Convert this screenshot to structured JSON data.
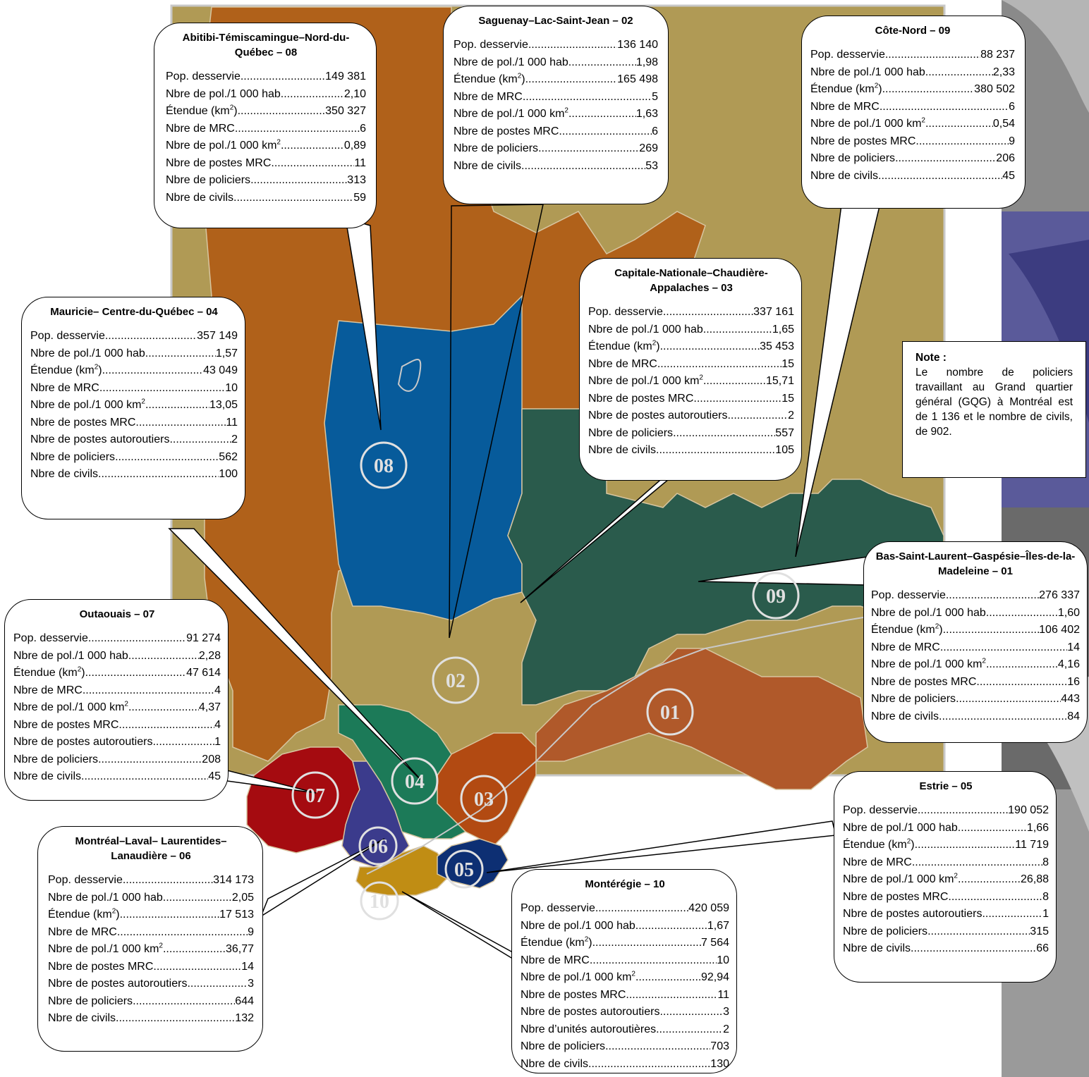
{
  "note": {
    "title": "Note :",
    "text": "Le nombre de policiers travaillant au Grand quartier général (GQG) à Montréal est de 1 136 et le nombre de civils, de 902."
  },
  "map_labels": [
    "08",
    "02",
    "09",
    "01",
    "07",
    "04",
    "03",
    "06",
    "05",
    "10"
  ],
  "colors": {
    "background": "#b09a55",
    "district_08": "#b0611a",
    "district_02": "#075b9b",
    "district_09": "#2a5b4c",
    "district_01": "#b0592a",
    "district_03": "#b24a12",
    "district_04": "#1c7a58",
    "district_07": "#a50b10",
    "district_06": "#3b3b8c",
    "district_05": "#0d2f73",
    "district_10": "#c08d14"
  },
  "regions": [
    {
      "code": "08",
      "title": "Abitibi-Témiscamingue–Nord-du-Québec – 08",
      "stats": [
        {
          "label": "Pop. desservie",
          "value": "149 381"
        },
        {
          "label": "Nbre de pol./1 000 hab.",
          "value": "2,10"
        },
        {
          "label": "Étendue (km²)",
          "value": "350 327"
        },
        {
          "label": "Nbre de MRC",
          "value": "6"
        },
        {
          "label": "Nbre de pol./1 000 km²",
          "value": "0,89"
        },
        {
          "label": "Nbre de postes MRC",
          "value": "11"
        },
        {
          "label": "Nbre de policiers",
          "value": "313"
        },
        {
          "label": "Nbre de civils",
          "value": "59"
        }
      ]
    },
    {
      "code": "02",
      "title": "Saguenay–Lac-Saint-Jean – 02",
      "stats": [
        {
          "label": "Pop. desservie",
          "value": "136 140"
        },
        {
          "label": "Nbre de pol./1 000 hab.",
          "value": "1,98"
        },
        {
          "label": "Étendue (km²)",
          "value": "165 498"
        },
        {
          "label": "Nbre de MRC",
          "value": "5"
        },
        {
          "label": "Nbre de pol./1 000 km²",
          "value": "1,63"
        },
        {
          "label": "Nbre de postes MRC",
          "value": "6"
        },
        {
          "label": "Nbre de policiers",
          "value": "269"
        },
        {
          "label": "Nbre de civils",
          "value": "53"
        }
      ]
    },
    {
      "code": "09",
      "title": "Côte-Nord – 09",
      "stats": [
        {
          "label": "Pop. desservie",
          "value": "88 237"
        },
        {
          "label": "Nbre de pol./1 000 hab.",
          "value": "2,33"
        },
        {
          "label": "Étendue (km²)",
          "value": "380 502"
        },
        {
          "label": "Nbre de MRC",
          "value": "6"
        },
        {
          "label": "Nbre de pol./1 000 km²",
          "value": "0,54"
        },
        {
          "label": "Nbre de postes MRC",
          "value": "9"
        },
        {
          "label": "Nbre de policiers",
          "value": "206"
        },
        {
          "label": "Nbre de civils",
          "value": "45"
        }
      ]
    },
    {
      "code": "03",
      "title": "Capitale-Nationale–Chaudière-Appalaches – 03",
      "stats": [
        {
          "label": "Pop. desservie",
          "value": "337 161"
        },
        {
          "label": "Nbre de pol./1 000 hab.",
          "value": "1,65"
        },
        {
          "label": "Étendue (km²)",
          "value": "35 453"
        },
        {
          "label": "Nbre de MRC",
          "value": "15"
        },
        {
          "label": "Nbre de pol./1 000 km²",
          "value": "15,71"
        },
        {
          "label": "Nbre de postes MRC",
          "value": "15"
        },
        {
          "label": "Nbre de postes autoroutiers",
          "value": "2"
        },
        {
          "label": "Nbre de policiers",
          "value": "557"
        },
        {
          "label": "Nbre de civils",
          "value": "105"
        }
      ]
    },
    {
      "code": "04",
      "title": "Mauricie– Centre-du-Québec – 04",
      "stats": [
        {
          "label": "Pop. desservie",
          "value": "357 149"
        },
        {
          "label": "Nbre de pol./1 000 hab.",
          "value": "1,57"
        },
        {
          "label": "Étendue (km²)",
          "value": "43 049"
        },
        {
          "label": "Nbre de MRC",
          "value": "10"
        },
        {
          "label": "Nbre de pol./1 000 km²",
          "value": "13,05"
        },
        {
          "label": "Nbre de postes MRC",
          "value": "11"
        },
        {
          "label": "Nbre de postes autoroutiers",
          "value": "2"
        },
        {
          "label": "Nbre de policiers",
          "value": "562"
        },
        {
          "label": "Nbre de civils",
          "value": "100"
        }
      ]
    },
    {
      "code": "01",
      "title": "Bas-Saint-Laurent–Gaspésie–Îles-de-la-Madeleine – 01",
      "stats": [
        {
          "label": "Pop. desservie",
          "value": "276 337"
        },
        {
          "label": "Nbre de pol./1 000 hab.",
          "value": "1,60"
        },
        {
          "label": "Étendue (km²)",
          "value": "106 402"
        },
        {
          "label": "Nbre de MRC",
          "value": "14"
        },
        {
          "label": "Nbre de pol./1 000 km²",
          "value": "4,16"
        },
        {
          "label": "Nbre de postes MRC",
          "value": "16"
        },
        {
          "label": "Nbre de policiers",
          "value": "443"
        },
        {
          "label": "Nbre de civils",
          "value": "84"
        }
      ]
    },
    {
      "code": "07",
      "title": "Outaouais – 07",
      "stats": [
        {
          "label": "Pop. desservie",
          "value": "91 274"
        },
        {
          "label": "Nbre de pol./1 000 hab.",
          "value": "2,28"
        },
        {
          "label": "Étendue (km²)",
          "value": "47 614"
        },
        {
          "label": "Nbre de MRC",
          "value": "4"
        },
        {
          "label": "Nbre de pol./1 000 km²",
          "value": "4,37"
        },
        {
          "label": "Nbre de postes MRC",
          "value": "4"
        },
        {
          "label": "Nbre de postes autoroutiers",
          "value": "1"
        },
        {
          "label": "Nbre de policiers",
          "value": "208"
        },
        {
          "label": "Nbre de civils",
          "value": "45"
        }
      ]
    },
    {
      "code": "05",
      "title": "Estrie – 05",
      "stats": [
        {
          "label": "Pop. desservie",
          "value": "190 052"
        },
        {
          "label": "Nbre de pol./1 000 hab.",
          "value": "1,66"
        },
        {
          "label": "Étendue (km²)",
          "value": "11 719"
        },
        {
          "label": "Nbre de MRC",
          "value": "8"
        },
        {
          "label": "Nbre de pol./1 000 km²",
          "value": "26,88"
        },
        {
          "label": "Nbre de postes MRC",
          "value": "8"
        },
        {
          "label": "Nbre de postes autoroutiers",
          "value": "1"
        },
        {
          "label": "Nbre de policiers",
          "value": "315"
        },
        {
          "label": "Nbre de civils",
          "value": "66"
        }
      ]
    },
    {
      "code": "06",
      "title": "Montréal–Laval– Laurentides–Lanaudière – 06",
      "stats": [
        {
          "label": "Pop. desservie",
          "value": "314 173"
        },
        {
          "label": "Nbre de pol./1 000 hab.",
          "value": "2,05"
        },
        {
          "label": "Étendue (km²)",
          "value": "17 513"
        },
        {
          "label": "Nbre de MRC",
          "value": "9"
        },
        {
          "label": "Nbre de pol./1 000 km²",
          "value": "36,77"
        },
        {
          "label": "Nbre de postes MRC",
          "value": "14"
        },
        {
          "label": "Nbre de postes autoroutiers",
          "value": "3"
        },
        {
          "label": "Nbre de policiers",
          "value": "644"
        },
        {
          "label": "Nbre de civils",
          "value": "132"
        }
      ]
    },
    {
      "code": "10",
      "title": "Montérégie – 10",
      "stats": [
        {
          "label": "Pop. desservie",
          "value": "420 059"
        },
        {
          "label": "Nbre de pol./1 000 hab.",
          "value": "1,67"
        },
        {
          "label": "Étendue (km²)",
          "value": "7 564"
        },
        {
          "label": "Nbre de MRC",
          "value": "10"
        },
        {
          "label": "Nbre de pol./1 000 km²",
          "value": "92,94"
        },
        {
          "label": "Nbre de postes MRC",
          "value": "11"
        },
        {
          "label": "Nbre de postes autoroutiers",
          "value": "3"
        },
        {
          "label": "Nbre d’unités autoroutières",
          "value": "2"
        },
        {
          "label": "Nbre de policiers",
          "value": "703"
        },
        {
          "label": "Nbre de civils",
          "value": "130"
        }
      ]
    }
  ]
}
